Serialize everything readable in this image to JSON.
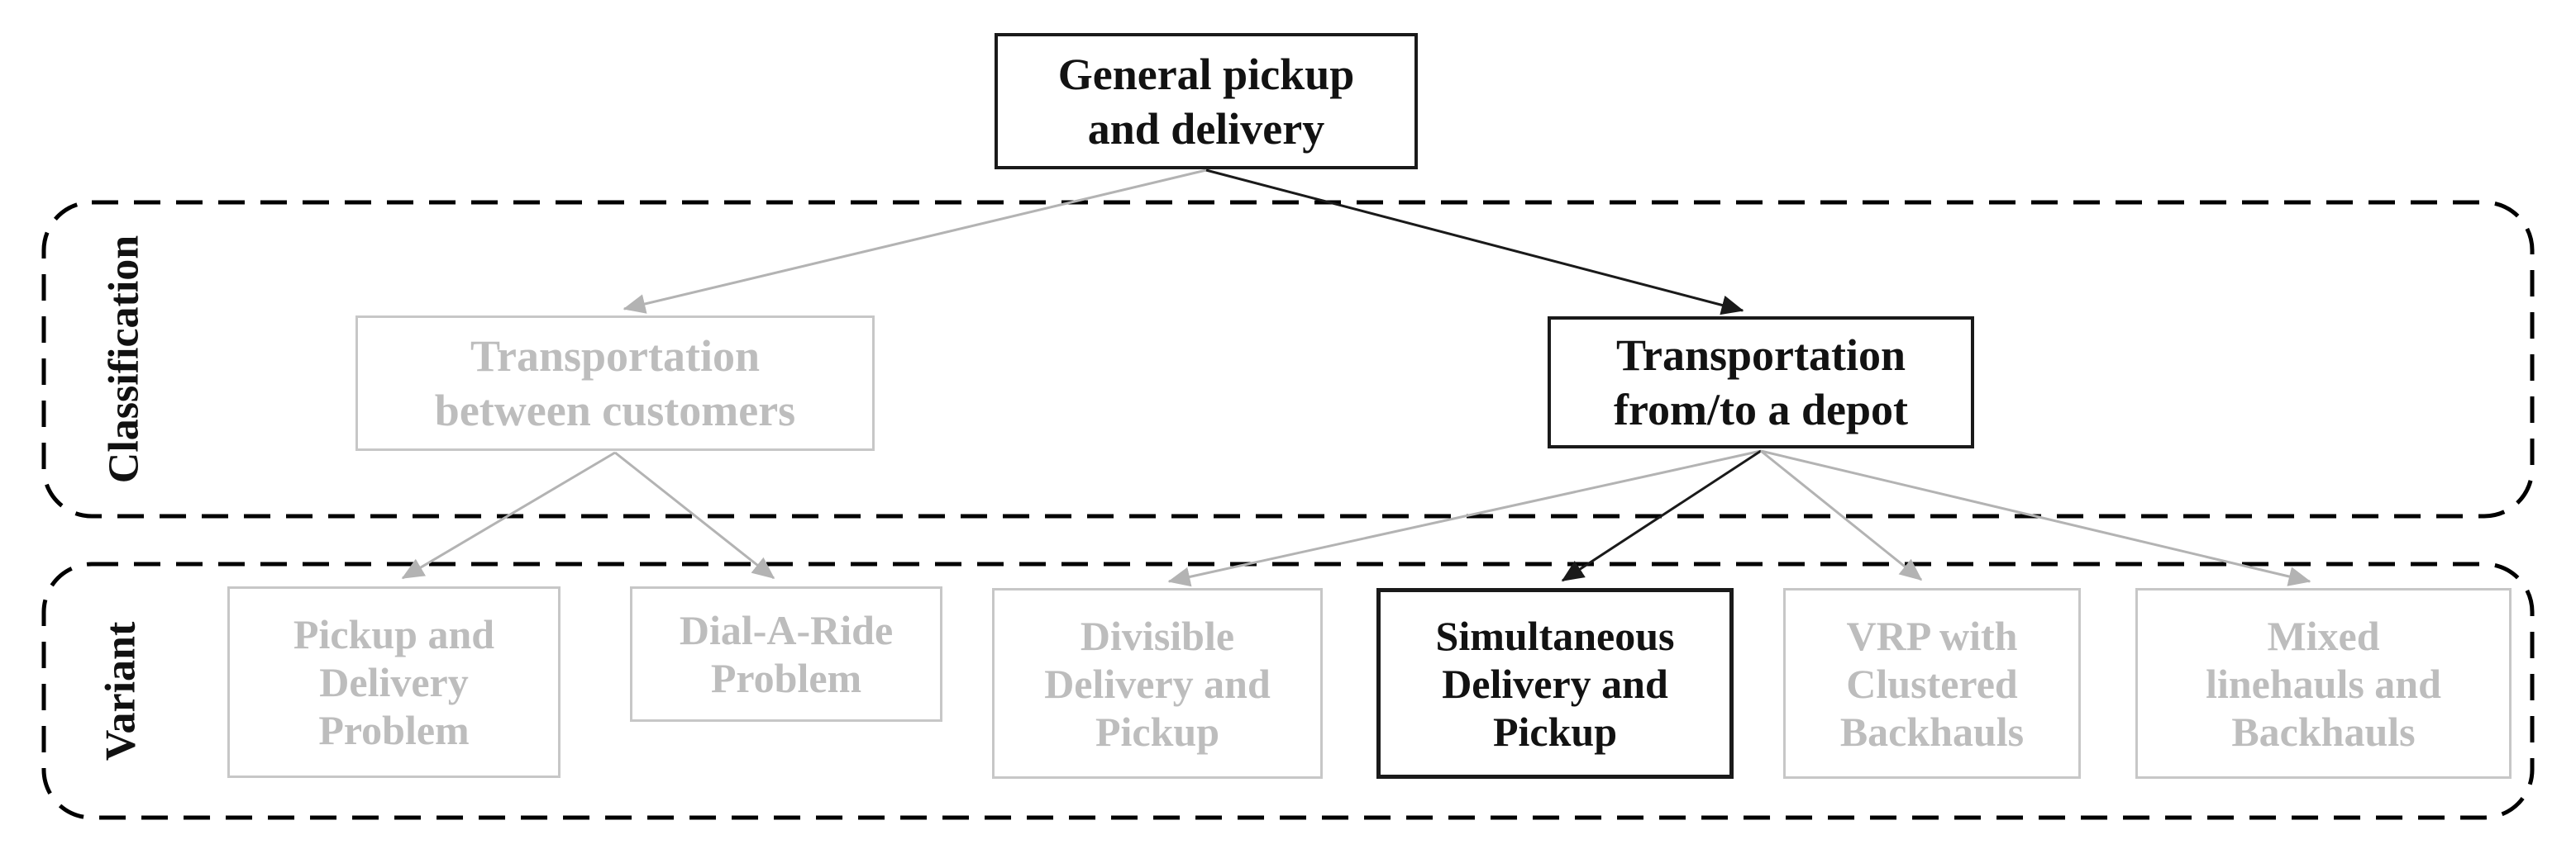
{
  "figure": {
    "type": "taxonomy-flowchart",
    "background": "#ffffff"
  },
  "colors": {
    "emphasis_text": "#121212",
    "emphasis_border": "#1a1a1a",
    "dimmed_text": "#bdbdbd",
    "dimmed_border": "#c7c7c7",
    "edge_black": "#1a1a1a",
    "edge_gray": "#b3b3b3",
    "band_border": "#000000"
  },
  "bands": {
    "classification": {
      "label": "Classification"
    },
    "variant": {
      "label": "Variant"
    }
  },
  "nodes": {
    "root": {
      "label": "General pickup and delivery",
      "lines": [
        "General pickup",
        "and delivery"
      ],
      "emphasized": true,
      "band": ""
    },
    "customers": {
      "label": "Transportation between customers",
      "lines": [
        "Transportation",
        "between customers"
      ],
      "emphasized": false,
      "band": "Classification"
    },
    "depot": {
      "label": "Transportation from/to a depot",
      "lines": [
        "Transportation",
        "from/to a depot"
      ],
      "emphasized": true,
      "band": "Classification"
    },
    "pdp": {
      "label": "Pickup and Delivery Problem",
      "lines": [
        "Pickup and",
        "Delivery",
        "Problem"
      ],
      "emphasized": false,
      "band": "Variant"
    },
    "darp": {
      "label": "Dial-A-Ride Problem",
      "lines": [
        "Dial-A-Ride",
        "Problem"
      ],
      "emphasized": false,
      "band": "Variant"
    },
    "ddp": {
      "label": "Divisible Delivery and Pickup",
      "lines": [
        "Divisible",
        "Delivery and",
        "Pickup"
      ],
      "emphasized": false,
      "band": "Variant"
    },
    "sdp": {
      "label": "Simultaneous Delivery and Pickup",
      "lines": [
        "Simultaneous",
        "Delivery and",
        "Pickup"
      ],
      "emphasized": true,
      "band": "Variant"
    },
    "vrpcb": {
      "label": "VRP with Clustered Backhauls",
      "lines": [
        "VRP with",
        "Clustered",
        "Backhauls"
      ],
      "emphasized": false,
      "band": "Variant"
    },
    "mlb": {
      "label": "Mixed linehauls and Backhauls",
      "lines": [
        "Mixed",
        "linehauls and",
        "Backhauls"
      ],
      "emphasized": false,
      "band": "Variant"
    }
  },
  "edges": [
    {
      "from": "root",
      "to": "customers",
      "emphasized": false
    },
    {
      "from": "root",
      "to": "depot",
      "emphasized": true
    },
    {
      "from": "customers",
      "to": "pdp",
      "emphasized": false
    },
    {
      "from": "customers",
      "to": "darp",
      "emphasized": false
    },
    {
      "from": "depot",
      "to": "ddp",
      "emphasized": false
    },
    {
      "from": "depot",
      "to": "sdp",
      "emphasized": true
    },
    {
      "from": "depot",
      "to": "vrpcb",
      "emphasized": false
    },
    {
      "from": "depot",
      "to": "mlb",
      "emphasized": false
    }
  ]
}
